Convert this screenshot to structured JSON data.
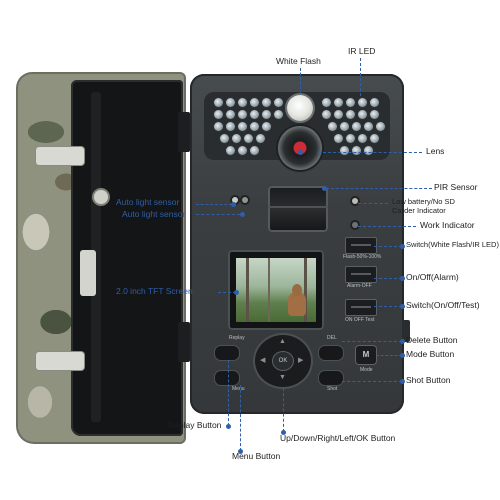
{
  "callouts": {
    "white_flash": "White Flash",
    "ir_led": "IR LED",
    "lens": "Lens",
    "pir_sensor": "PIR Sensor",
    "low_battery": "Low battery/No SD\nCarder Indicator",
    "work_indicator": "Work Indicator",
    "auto_light_sensor_1": "Auto light sensor",
    "auto_light_sensor_2": "Auto light sensor",
    "switch_flash": "Switch(White Flash/IR LED)",
    "on_off_alarm": "On/Off(Alarm)",
    "tft_screen": "2.0 inch TFT Screen",
    "switch_on_off_test": "Switch(On/Off/Test)",
    "delete_button": "Delete Button",
    "mode_button": "Mode Button",
    "shot_button": "Shot Button",
    "replay_button": "Replay Button",
    "menu_button": "Menu Button",
    "nav_ok_button": "Up/Down/Right/Left/OK Button"
  },
  "device_labels": {
    "flash_switch": "Flash-50%-100%",
    "alarm_switch": "Alarm-OFF",
    "test_switch": "ON OFF Test",
    "replay": "Replay",
    "del": "DEL",
    "menu": "Menu",
    "shot": "Shot",
    "mode": "Mode",
    "ok": "OK",
    "mode_key": "M"
  },
  "colors": {
    "camo_base": "#8a8f7e",
    "body": "#3a3e40",
    "callout_blue": "#2f5fa8"
  }
}
